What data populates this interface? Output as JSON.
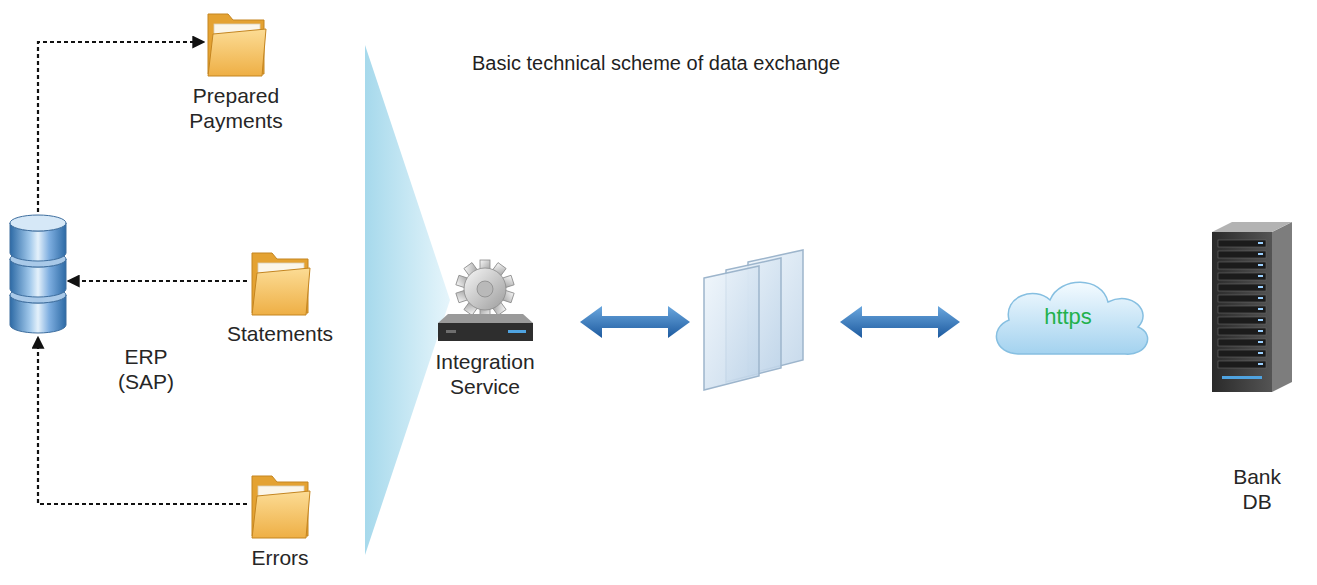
{
  "diagram": {
    "title": "Basic technical scheme of data exchange",
    "nodes": [
      {
        "text": [
          "ERP (SAP)"
        ]
      },
      {
        "text": [
          "Prepared Payments"
        ]
      },
      {
        "text": [
          "Statements"
        ]
      },
      {
        "text": [
          "Errors"
        ]
      },
      {
        "text": [
          "Integration Service"
        ]
      },
      {
        "text": [
          "https"
        ]
      },
      {
        "text": [
          "Bank DB"
        ]
      }
    ],
    "edges": [
      {
        "from": 0,
        "to": 1,
        "arrow": "to"
      },
      {
        "from": 2,
        "to": 0,
        "arrow": "to"
      },
      {
        "from": 3,
        "to": 0,
        "arrow": "to"
      }
    ]
  }
}
